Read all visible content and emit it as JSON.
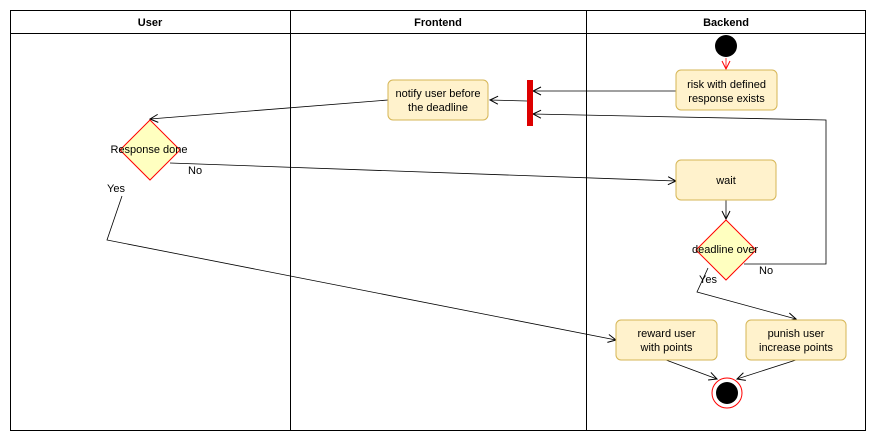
{
  "swimlanes": [
    {
      "id": "user",
      "title": "User"
    },
    {
      "id": "frontend",
      "title": "Frontend"
    },
    {
      "id": "backend",
      "title": "Backend"
    }
  ],
  "nodes": {
    "risk": {
      "lines": [
        "risk with defined",
        "response exists"
      ]
    },
    "notify": {
      "lines": [
        "notify user before",
        "the deadline"
      ]
    },
    "response": {
      "label": "Response done"
    },
    "wait": {
      "label": "wait"
    },
    "deadline": {
      "label": "deadline over"
    },
    "reward": {
      "lines": [
        "reward user",
        "with points"
      ]
    },
    "punish": {
      "lines": [
        "punish user",
        "increase points"
      ]
    }
  },
  "edge_labels": {
    "response_no": "No",
    "response_yes": "Yes",
    "deadline_no": "No",
    "deadline_yes": "Yes"
  },
  "colors": {
    "activity_fill": "#fff2cc",
    "activity_stroke": "#d6b656",
    "decision_fill": "#ffffc0",
    "decision_stroke": "#ff0000",
    "fork_bar": "#dd0000",
    "start_arrow": "#ff0000",
    "line": "#000000"
  }
}
